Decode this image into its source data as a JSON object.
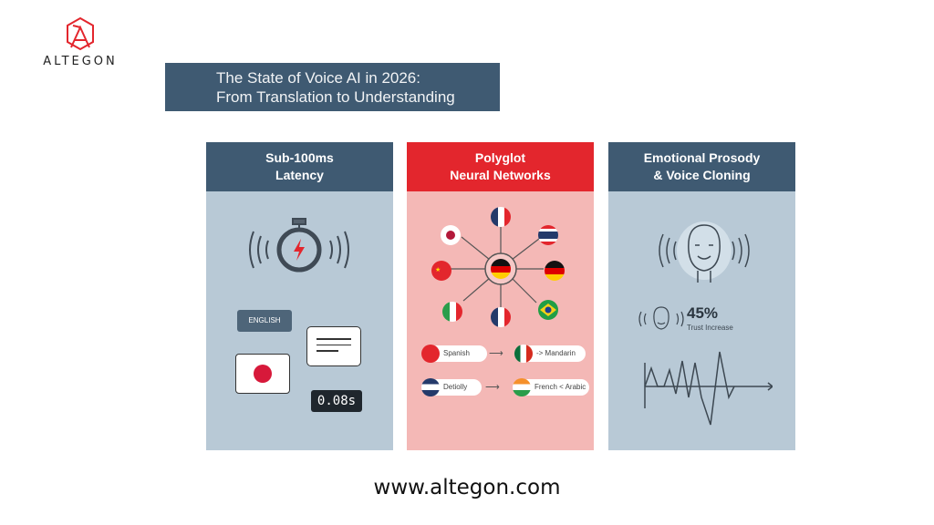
{
  "brand": {
    "name": "ALTEGON",
    "url": "www.altegon.com",
    "accent": "#e3262d",
    "navy": "#3f5a72"
  },
  "title": {
    "line1": "The State of Voice AI in 2026:",
    "line2": "From Translation to Understanding"
  },
  "panels": [
    {
      "title1": "Sub-100ms",
      "title2": "Latency",
      "icons": [
        "stopwatch-icon",
        "speech-bubble-icon"
      ],
      "bubble_label": "ENGLISH",
      "latency": "0.08s"
    },
    {
      "title1": "Polyglot",
      "title2": "Neural Networks",
      "hub_flag": "germany",
      "flags": [
        "france",
        "thailand",
        "germany",
        "brazil",
        "france",
        "italy",
        "china",
        "japan"
      ],
      "rows": [
        {
          "from": "Spanish",
          "to": "-> Mandarin"
        },
        {
          "from": "Detiolly",
          "to": "French < Arabic"
        }
      ]
    },
    {
      "title1": "Emotional Prosody",
      "title2": "& Voice Cloning",
      "stat": "45%",
      "stat_label": "Trust Increase"
    }
  ]
}
